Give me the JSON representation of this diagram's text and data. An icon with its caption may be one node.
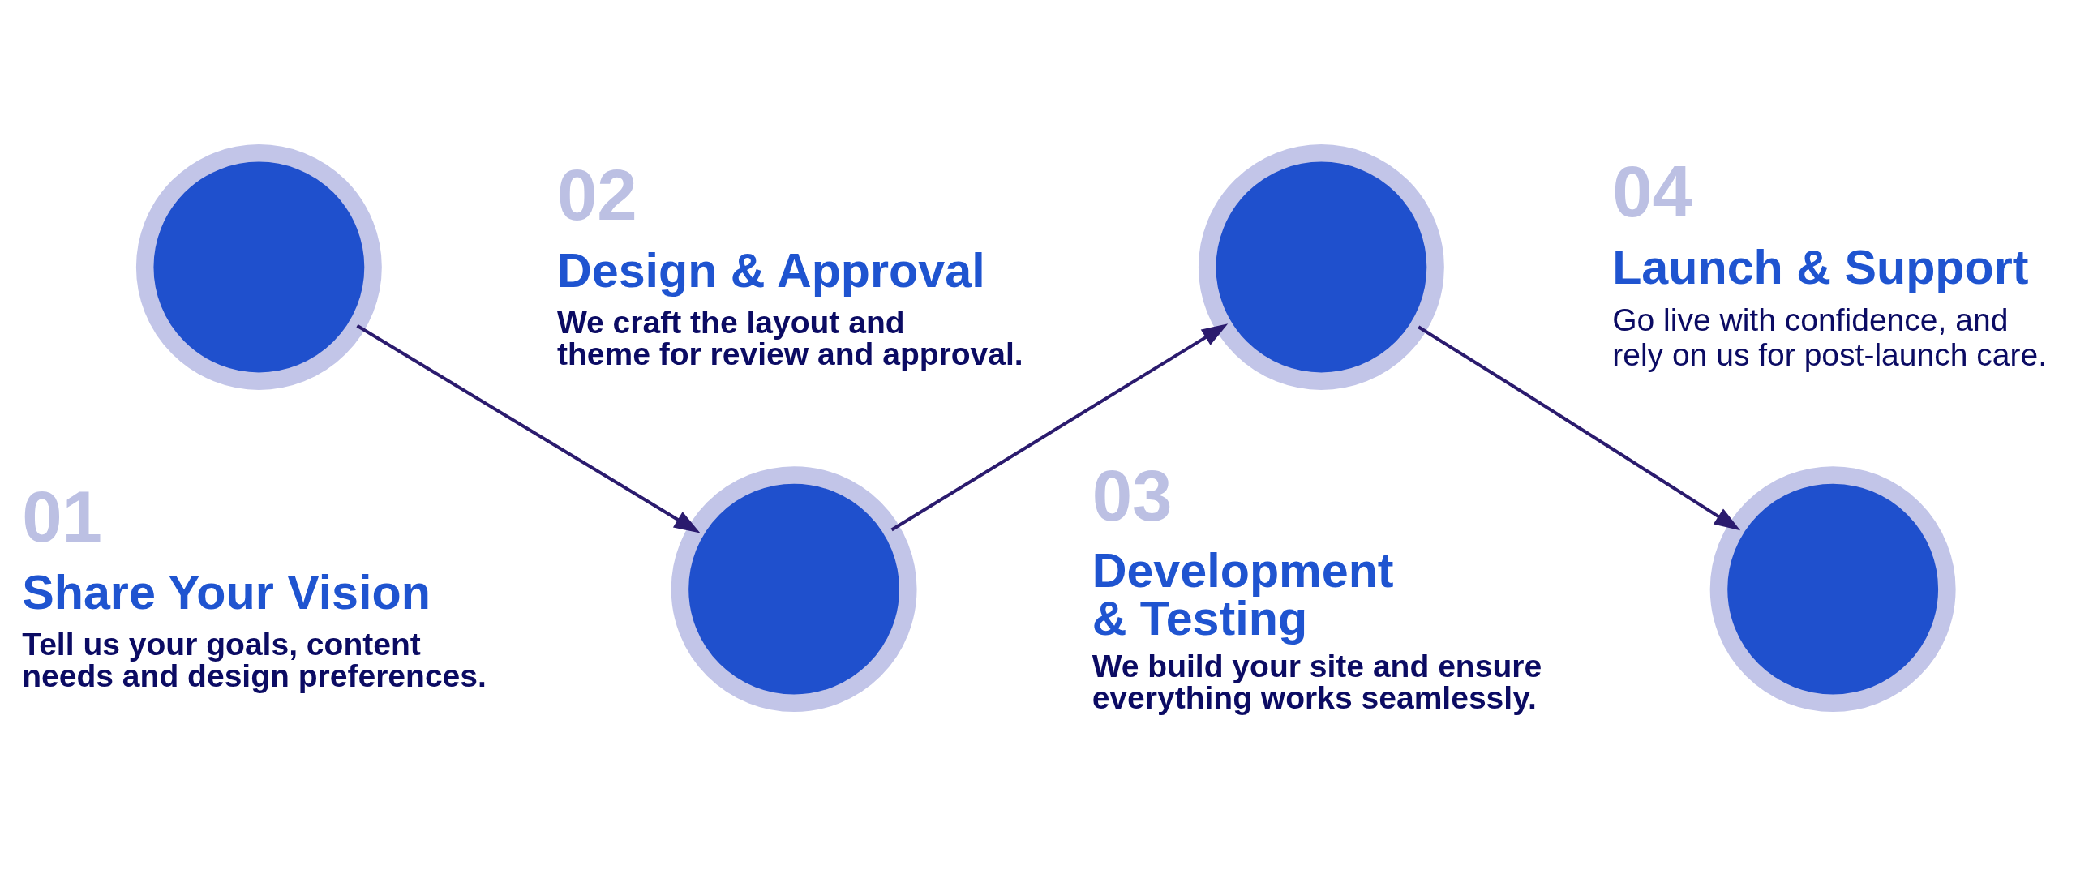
{
  "diagram": {
    "nodes": [
      {
        "text": [],
        "shape": "circle",
        "beside": [
          "01",
          "Share Your Vision",
          "Tell us your goals, content needs and design preferences."
        ]
      },
      {
        "text": [],
        "shape": "circle",
        "beside": [
          "02",
          "Design & Approval",
          "We craft the layout and theme for review and approval."
        ]
      },
      {
        "text": [],
        "shape": "circle",
        "beside": [
          "03",
          "Development & Testing",
          "We build your site and ensure everything works seamlessly."
        ]
      },
      {
        "text": [],
        "shape": "circle",
        "beside": [
          "04",
          "Launch & Support",
          "Go live with confidence, and rely on us for post-launch care."
        ]
      }
    ],
    "edges": [
      {
        "from": 0,
        "to": 1,
        "arrow": "to"
      },
      {
        "from": 1,
        "to": 2,
        "arrow": "to"
      },
      {
        "from": 2,
        "to": 3,
        "arrow": "to"
      }
    ]
  }
}
